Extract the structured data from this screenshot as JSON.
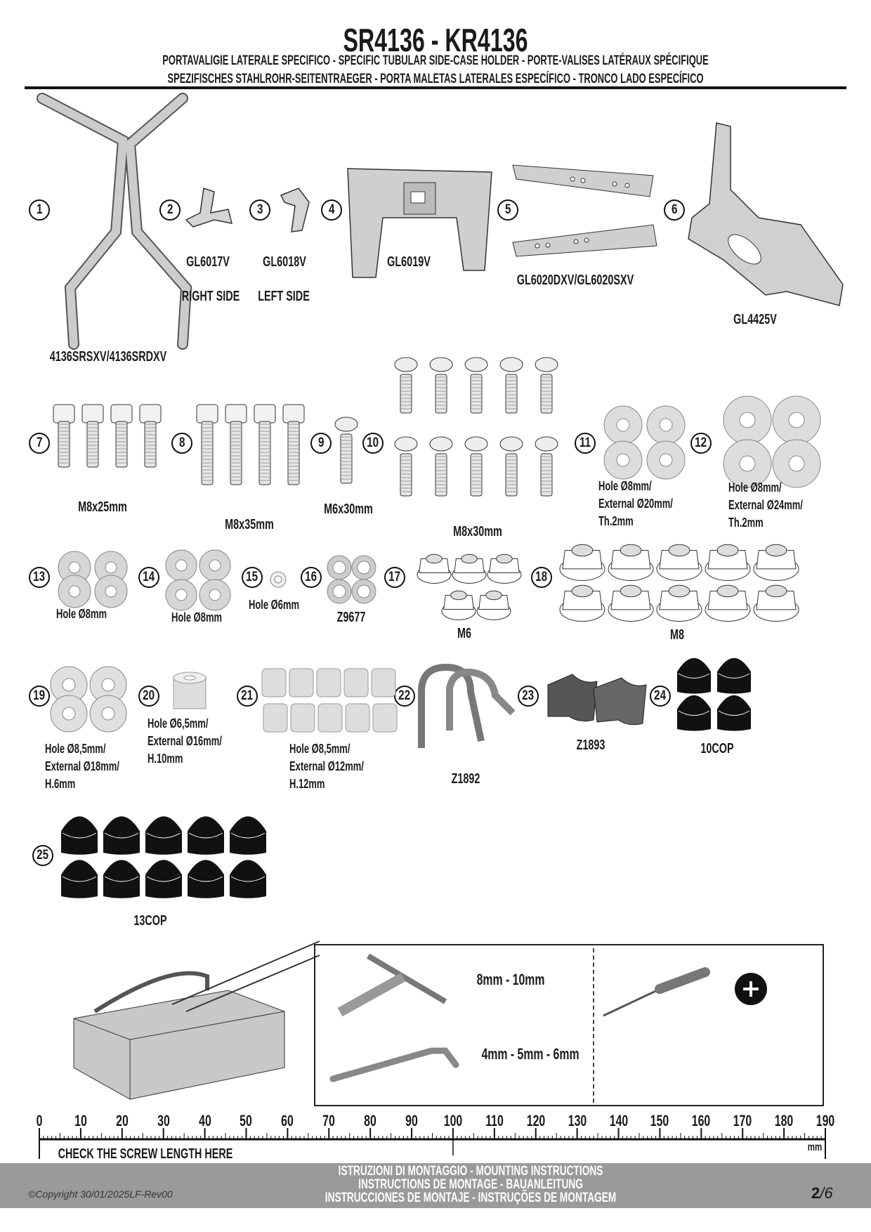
{
  "header": {
    "title": "SR4136 - KR4136",
    "subtitle_1": "PORTAVALIGIE LATERALE SPECIFICO  -  SPECIFIC TUBULAR SIDE-CASE HOLDER  - PORTE-VALISES LATÉRAUX SPÉCIFIQUE",
    "subtitle_2": "SPEZIFISCHES STAHLROHR-SEITENTRAEGER - PORTA MALETAS LATERALES ESPECÍFICO - TRONCO LADO ESPECÍFICO"
  },
  "parts": {
    "numbers": [
      "1",
      "2",
      "3",
      "4",
      "5",
      "6",
      "7",
      "8",
      "9",
      "10",
      "11",
      "12",
      "13",
      "14",
      "15",
      "16",
      "17",
      "18",
      "19",
      "20",
      "21",
      "22",
      "23",
      "24",
      "25"
    ],
    "p1": "4136SRSXV/4136SRDXV",
    "p2": "GL6017V",
    "p2_side": "RIGHT SIDE",
    "p3": "GL6018V",
    "p3_side": "LEFT SIDE",
    "p4": "GL6019V",
    "p5": "GL6020DXV/GL6020SXV",
    "p6": "GL4425V",
    "p7": "M8x25mm",
    "p8": "M8x35mm",
    "p9": "M6x30mm",
    "p10": "M8x30mm",
    "p11": [
      "Hole Ø8mm/",
      "External Ø20mm/",
      "Th.2mm"
    ],
    "p12": [
      "Hole Ø8mm/",
      "External Ø24mm/",
      "Th.2mm"
    ],
    "p13": "Hole Ø8mm",
    "p14": "Hole Ø8mm",
    "p15": "Hole Ø6mm",
    "p16": "Z9677",
    "p17": "M6",
    "p18": "M8",
    "p19": [
      "Hole Ø8,5mm/",
      "External Ø18mm/",
      "H.6mm"
    ],
    "p20": [
      "Hole Ø6,5mm/",
      "External Ø16mm/",
      "H.10mm"
    ],
    "p21": [
      "Hole Ø8,5mm/",
      "External Ø12mm/",
      "H.12mm"
    ],
    "p22": "Z1892",
    "p23": "Z1893",
    "p24": "10COP",
    "p25": "13COP"
  },
  "tools": {
    "socket_sizes": "8mm - 10mm",
    "allen_sizes": "4mm - 5mm - 6mm",
    "screwdriver_type": "plus-icon"
  },
  "ruler": {
    "ticks": [
      "0",
      "10",
      "20",
      "30",
      "40",
      "50",
      "60",
      "70",
      "80",
      "90",
      "100",
      "110",
      "120",
      "130",
      "140",
      "150",
      "160",
      "170",
      "180",
      "190"
    ],
    "caption": "CHECK THE SCREW LENGTH HERE",
    "unit": "mm"
  },
  "footer": {
    "line_1": "ISTRUZIONI DI MONTAGGIO  -  MOUNTING INSTRUCTIONS",
    "line_2": "INSTRUCTIONS DE MONTAGE - BAUANLEITUNG",
    "line_3": "INSTRUCCIONES DE MONTAJE - INSTRUÇÕES DE MONTAGEM",
    "copyright": "©Copyright 30/01/2025LF-Rev00",
    "page_current": "2",
    "page_total": "/6"
  }
}
